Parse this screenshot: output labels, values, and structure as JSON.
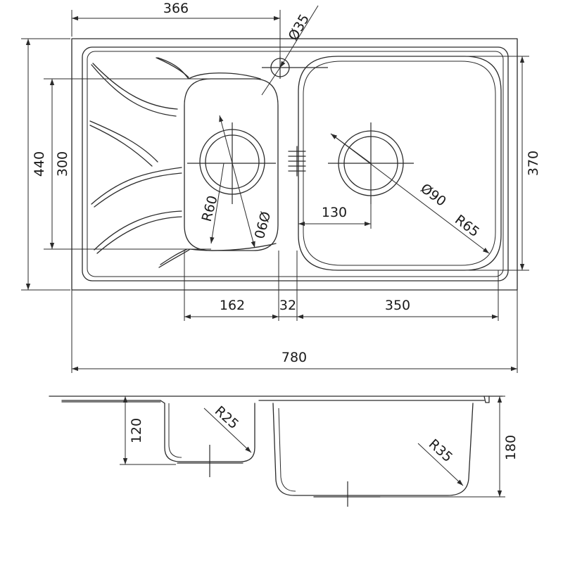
{
  "plan_view": {
    "dimensions": {
      "top_width": "366",
      "tap_hole_diameter": "Ø35",
      "overall_depth": "440",
      "small_bowl_height": "300",
      "large_bowl_height": "370",
      "small_bowl_corner_radius": "R60",
      "small_waste_diameter": "Ø90",
      "large_waste_diameter": "Ø90",
      "large_bowl_corner_radius": "R65",
      "waste_offset": "130",
      "small_bowl_width": "162",
      "gap_width": "32",
      "large_bowl_width": "350",
      "overall_width": "780"
    }
  },
  "section_view": {
    "dimensions": {
      "small_bowl_depth": "120",
      "small_bowl_radius": "R25",
      "large_bowl_radius": "R35",
      "large_bowl_depth": "180"
    }
  }
}
